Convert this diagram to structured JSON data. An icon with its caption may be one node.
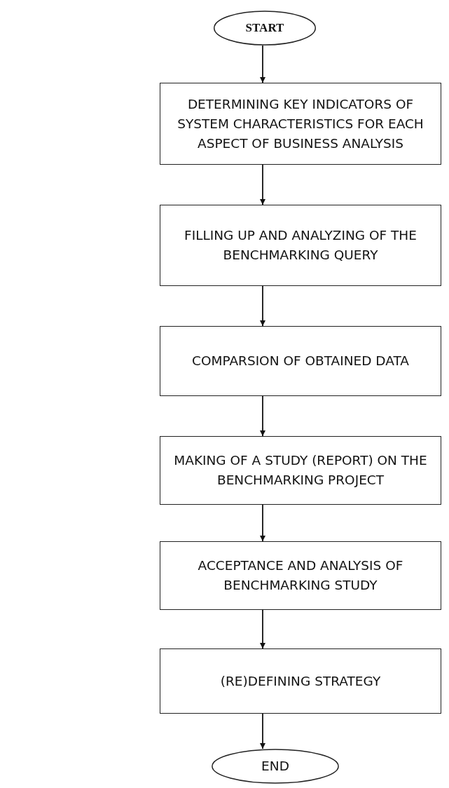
{
  "diagram": {
    "nodes": [
      {
        "text": [
          "START"
        ]
      },
      {
        "text": [
          "DETERMINING KEY INDICATORS OF SYSTEM CHARACTERISTICS FOR EACH ASPECT OF BUSINESS ANALYSIS"
        ]
      },
      {
        "text": [
          "FILLING UP AND ANALYZING OF THE BENCHMARKING QUERY"
        ]
      },
      {
        "text": [
          "COMPARSION OF OBTAINED DATA"
        ]
      },
      {
        "text": [
          "MAKING OF A STUDY (REPORT) ON THE BENCHMARKING PROJECT"
        ]
      },
      {
        "text": [
          "ACCEPTANCE AND ANALYSIS OF BENCHMARKING STUDY"
        ]
      },
      {
        "text": [
          "(RE)DEFINING STRATEGY"
        ]
      },
      {
        "text": [
          "END"
        ]
      }
    ],
    "edges": [
      {
        "from": 0,
        "to": 1,
        "arrow": "to"
      },
      {
        "from": 1,
        "to": 2,
        "arrow": "to"
      },
      {
        "from": 2,
        "to": 3,
        "arrow": "to"
      },
      {
        "from": 3,
        "to": 4,
        "arrow": "to"
      },
      {
        "from": 4,
        "to": 5,
        "arrow": "to"
      },
      {
        "from": 5,
        "to": 6,
        "arrow": "to"
      },
      {
        "from": 6,
        "to": 7,
        "arrow": "to"
      }
    ]
  }
}
